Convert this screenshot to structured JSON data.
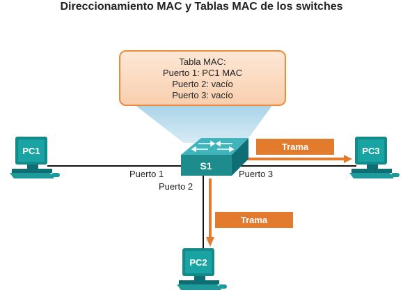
{
  "title": "Direccionamiento MAC y Tablas MAC de los switches",
  "mac_table": {
    "lines": [
      "Tabla MAC:",
      "Puerto 1: PC1 MAC",
      "Puerto 2: vacío",
      "Puerto 3: vacío"
    ]
  },
  "switch": {
    "label": "S1"
  },
  "hosts": {
    "pc1": "PC1",
    "pc2": "PC2",
    "pc3": "PC3"
  },
  "ports": {
    "p1": "Puerto 1",
    "p2": "Puerto 2",
    "p3": "Puerto 3"
  },
  "frames": {
    "to_pc3": "Trama",
    "to_pc2": "Trama"
  },
  "colors": {
    "accent_orange": "#e27b2e",
    "switch_teal": "#1e8c8c",
    "pc_teal": "#158a8a"
  }
}
